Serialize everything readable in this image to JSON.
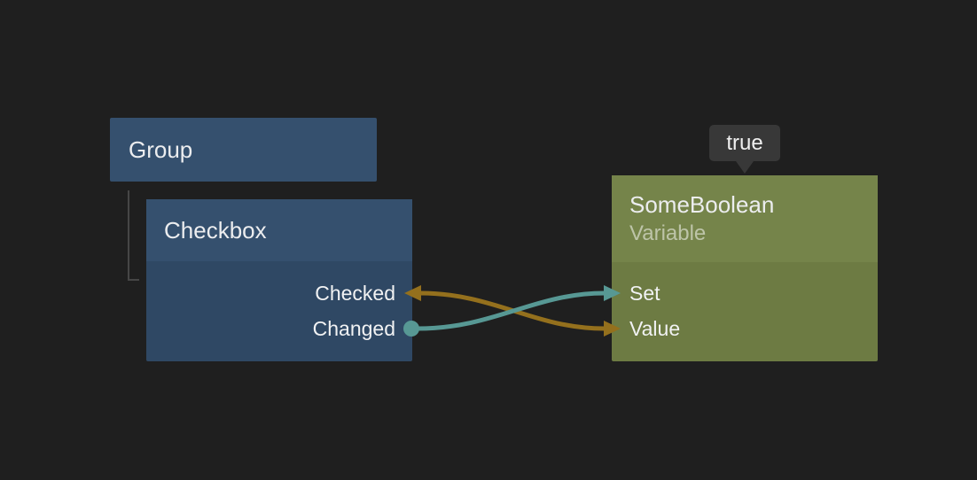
{
  "canvas": {
    "background": "#1f1f1f",
    "group_node": {
      "title": "Group",
      "header_color": "#35506e"
    },
    "checkbox_node": {
      "title": "Checkbox",
      "header_color": "#35506e",
      "body_color": "#2f4864",
      "outputs": [
        {
          "label": "Checked",
          "connector": "arrow",
          "color": "#94701d"
        },
        {
          "label": "Changed",
          "connector": "circle",
          "color": "#4f8c89"
        }
      ]
    },
    "variable_node": {
      "title": "SomeBoolean",
      "subtitle": "Variable",
      "header_color": "#75844a",
      "body_color": "#6d7b43",
      "inputs": [
        {
          "label": "Set",
          "connector": "arrow",
          "color": "#579894"
        },
        {
          "label": "Value",
          "connector": "arrow",
          "color": "#94701d"
        }
      ]
    },
    "tooltip": {
      "text": "true",
      "background": "#383838"
    },
    "connections": [
      {
        "from": "Checkbox.Checked",
        "to": "SomeBoolean.Value",
        "color": "#94701d",
        "start_cap": "arrow-left",
        "end_cap": "arrow-right"
      },
      {
        "from": "Checkbox.Changed",
        "to": "SomeBoolean.Set",
        "color": "#579894",
        "start_cap": "circle",
        "end_cap": "arrow-right"
      }
    ],
    "hierarchy_connector_color": "#464646"
  }
}
